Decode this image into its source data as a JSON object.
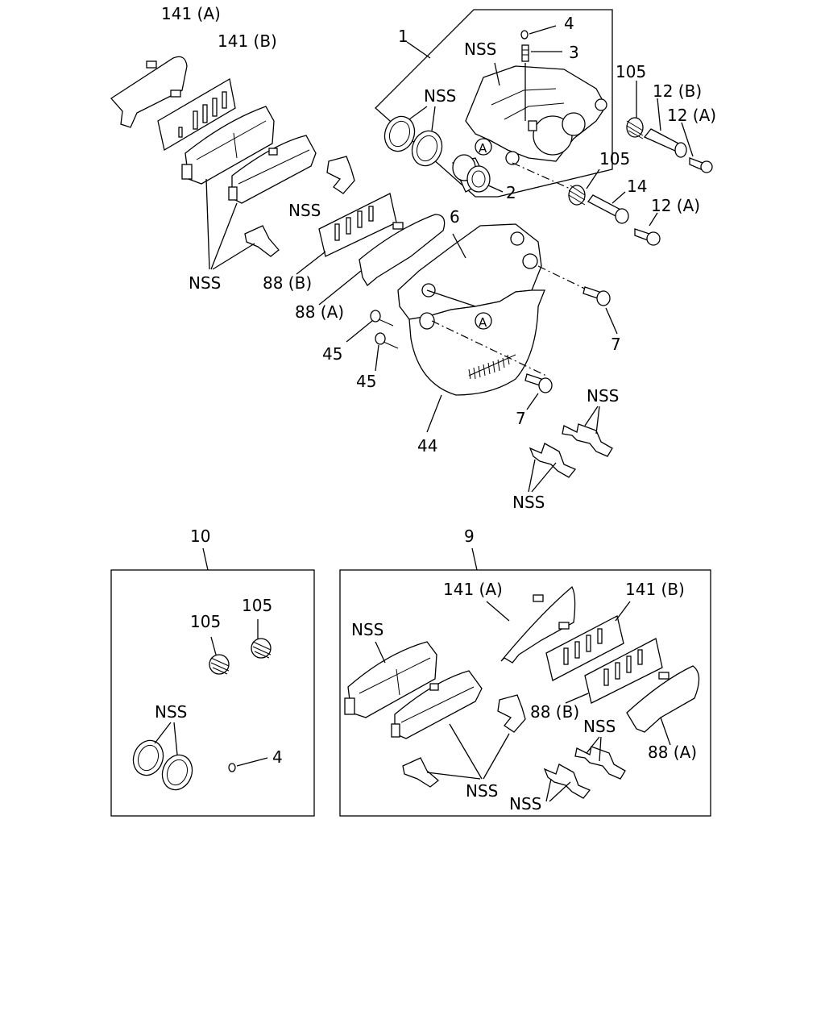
{
  "labels": {
    "l141a_top": "141 (A)",
    "l141b_top": "141 (B)",
    "l1": "1",
    "l4_top": "4",
    "l3": "3",
    "lnss_caliper": "NSS",
    "lnss_seals": "NSS",
    "l105_a": "105",
    "l12b": "12 (B)",
    "l12a_1": "12 (A)",
    "l105_b": "105",
    "l14": "14",
    "l12a_2": "12 (A)",
    "l2": "2",
    "lA_1": "A",
    "lA_2": "A",
    "l6": "6",
    "lnss_clip": "NSS",
    "lnss_pads": "NSS",
    "l88b_top": "88 (B)",
    "l88a_top": "88 (A)",
    "l45_1": "45",
    "l45_2": "45",
    "l7_1": "7",
    "l7_2": "7",
    "l44": "44",
    "lnss_r1": "NSS",
    "lnss_r2": "NSS",
    "l10": "10",
    "l9": "9",
    "l105_k1": "105",
    "l105_k2": "105",
    "lnss_k_seals": "NSS",
    "l4_k": "4",
    "lnss_k9_pads": "NSS",
    "l141a_k9": "141 (A)",
    "l141b_k9": "141 (B)",
    "l88b_k9": "88 (B)",
    "lnss_k9_clip": "NSS",
    "l88a_k9": "88 (A)",
    "lnss_k9_1": "NSS",
    "lnss_k9_2": "NSS"
  }
}
